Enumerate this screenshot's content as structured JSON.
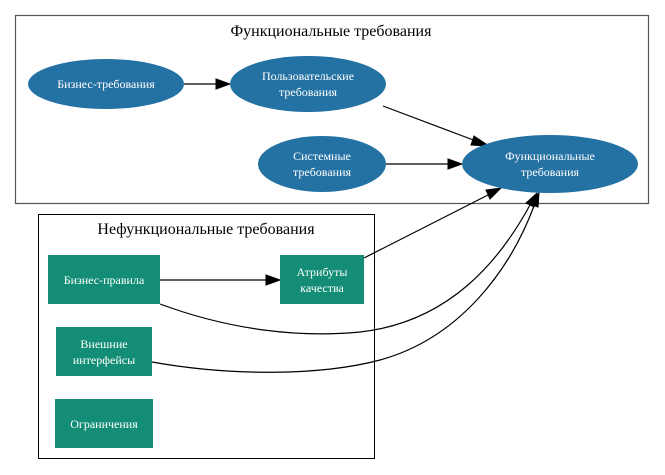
{
  "diagram": {
    "colors": {
      "functional_node": "#2471a3",
      "nonfunctional_node": "#138d75",
      "node_text": "#ffffff",
      "cluster_border": "#555555"
    },
    "clusters": [
      {
        "id": "functional",
        "label": "Функциональные требования"
      },
      {
        "id": "nonfunctional",
        "label": "Нефункциональные требования"
      }
    ],
    "nodes": [
      {
        "id": "business_req",
        "cluster": "functional",
        "shape": "ellipse",
        "lines": [
          "Бизнес-требования"
        ]
      },
      {
        "id": "user_req",
        "cluster": "functional",
        "shape": "ellipse",
        "lines": [
          "Пользовательские",
          "требования"
        ]
      },
      {
        "id": "system_req",
        "cluster": "functional",
        "shape": "ellipse",
        "lines": [
          "Системные",
          "требования"
        ]
      },
      {
        "id": "functional_req",
        "cluster": "functional",
        "shape": "ellipse",
        "lines": [
          "Функциональные",
          "требования"
        ]
      },
      {
        "id": "business_rules",
        "cluster": "nonfunctional",
        "shape": "box",
        "lines": [
          "Бизнес-правила"
        ]
      },
      {
        "id": "quality_attrs",
        "cluster": "nonfunctional",
        "shape": "box",
        "lines": [
          "Атрибуты",
          "качества"
        ]
      },
      {
        "id": "external_interfaces",
        "cluster": "nonfunctional",
        "shape": "box",
        "lines": [
          "Внешние",
          "интерфейсы"
        ]
      },
      {
        "id": "constraints",
        "cluster": "nonfunctional",
        "shape": "box",
        "lines": [
          "Ограничения"
        ]
      }
    ],
    "edges": [
      {
        "from": "business_req",
        "to": "user_req"
      },
      {
        "from": "user_req",
        "to": "functional_req"
      },
      {
        "from": "system_req",
        "to": "functional_req"
      },
      {
        "from": "business_rules",
        "to": "quality_attrs"
      },
      {
        "from": "quality_attrs",
        "to": "functional_req"
      },
      {
        "from": "business_rules",
        "to": "functional_req"
      },
      {
        "from": "external_interfaces",
        "to": "functional_req"
      }
    ]
  }
}
